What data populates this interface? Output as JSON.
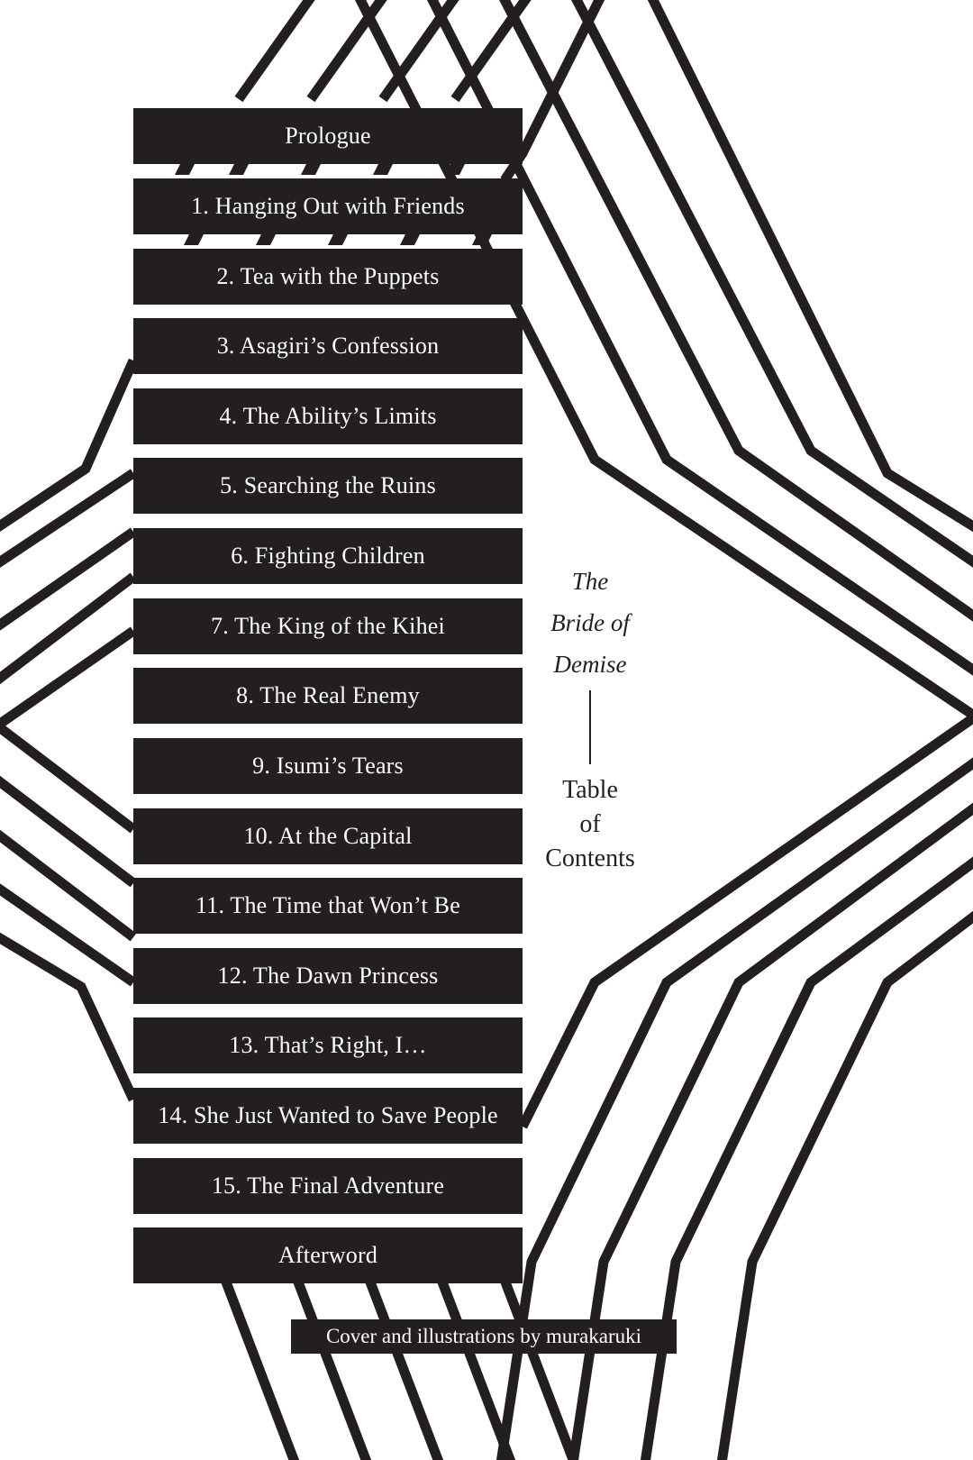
{
  "toc": {
    "items": [
      {
        "label": "Prologue"
      },
      {
        "label": "1. Hanging Out with Friends"
      },
      {
        "label": "2. Tea with the Puppets"
      },
      {
        "label": "3. Asagiri’s Confession"
      },
      {
        "label": "4. The Ability’s Limits"
      },
      {
        "label": "5. Searching the Ruins"
      },
      {
        "label": "6. Fighting Children"
      },
      {
        "label": "7. The King of the Kihei"
      },
      {
        "label": "8. The Real Enemy"
      },
      {
        "label": "9. Isumi’s Tears"
      },
      {
        "label": "10. At the Capital"
      },
      {
        "label": "11. The Time that Won’t Be"
      },
      {
        "label": "12. The Dawn Princess"
      },
      {
        "label": "13. That’s Right, I…"
      },
      {
        "label": "14. She Just Wanted to Save People"
      },
      {
        "label": "15. The Final Adventure"
      },
      {
        "label": "Afterword"
      }
    ]
  },
  "book_title": {
    "line1": "The",
    "line2": "Bride of",
    "line3": "Demise"
  },
  "contents_heading": {
    "line1": "Table",
    "line2": "of",
    "line3": "Contents"
  },
  "credit": {
    "text": "Cover and illustrations by murakaruki"
  },
  "colors": {
    "ink": "#231f20",
    "paper": "#ffffff"
  }
}
